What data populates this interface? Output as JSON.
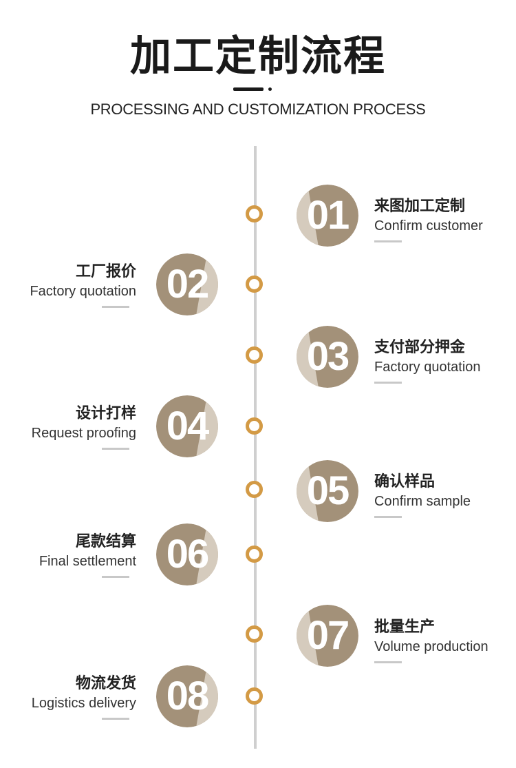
{
  "header": {
    "title": "加工定制流程",
    "subtitle": "PROCESSING AND CUSTOMIZATION PROCESS"
  },
  "colors": {
    "circle_dark": "#a39179",
    "circle_light": "#d5cbbd",
    "node_ring": "#d39a45",
    "timeline": "#cfcfcf"
  },
  "steps": [
    {
      "number": "01",
      "title_cn": "来图加工定制",
      "title_en": "Confirm customer",
      "side": "right"
    },
    {
      "number": "02",
      "title_cn": "工厂报价",
      "title_en": "Factory quotation",
      "side": "left"
    },
    {
      "number": "03",
      "title_cn": "支付部分押金",
      "title_en": "Factory quotation",
      "side": "right"
    },
    {
      "number": "04",
      "title_cn": "设计打样",
      "title_en": "Request proofing",
      "side": "left"
    },
    {
      "number": "05",
      "title_cn": "确认样品",
      "title_en": "Confirm sample",
      "side": "right"
    },
    {
      "number": "06",
      "title_cn": "尾款结算",
      "title_en": "Final settlement",
      "side": "left"
    },
    {
      "number": "07",
      "title_cn": "批量生产",
      "title_en": "Volume production",
      "side": "right"
    },
    {
      "number": "08",
      "title_cn": "物流发货",
      "title_en": "Logistics delivery",
      "side": "left"
    }
  ]
}
